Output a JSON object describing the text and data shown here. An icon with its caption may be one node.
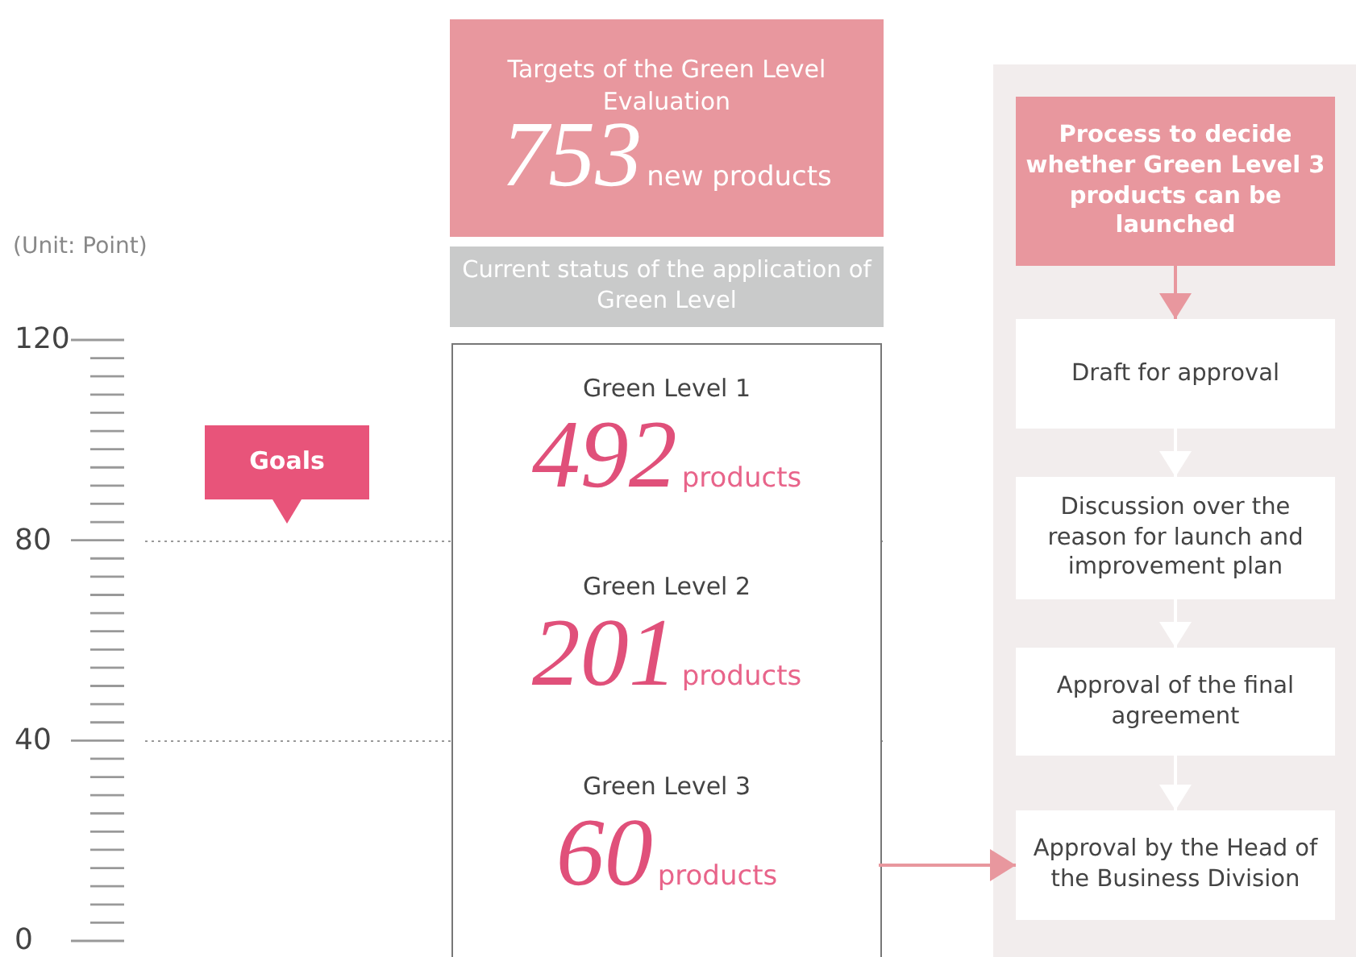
{
  "diagram": {
    "nodes": [
      {
        "text": [
          "Targets of the Green Level Evaluation",
          "753",
          "new products"
        ]
      },
      {
        "text": [
          "Current status of the application of Green Level"
        ]
      },
      {
        "text": [],
        "shape": "box"
      },
      {
        "text": [
          "Green Level 1",
          "492",
          "products"
        ],
        "in": 2
      },
      {
        "text": [
          "Green Level 2",
          "201",
          "products"
        ],
        "in": 2
      },
      {
        "text": [
          "Green Level 3",
          "60",
          "products"
        ],
        "in": 2
      },
      {
        "text": [
          "Goals"
        ]
      },
      {
        "text": [],
        "shape": "box"
      },
      {
        "text": [
          "Process to decide whether Green Level 3 products can be launched"
        ],
        "in": 7
      },
      {
        "text": [
          "Draft for approval"
        ],
        "in": 7
      },
      {
        "text": [
          "Discussion over the reason for launch and improvement plan"
        ],
        "in": 7
      },
      {
        "text": [
          "Approval of the final agreement"
        ],
        "in": 7
      },
      {
        "text": [
          "Approval by the Head of the Business Division"
        ],
        "in": 7
      }
    ],
    "edges": [
      {
        "from": 8,
        "to": 9,
        "arrow": "to",
        "color": "#e8979e"
      },
      {
        "from": 9,
        "to": 10,
        "arrow": "to"
      },
      {
        "from": 10,
        "to": 11,
        "arrow": "to"
      },
      {
        "from": 11,
        "to": 12,
        "arrow": "to"
      },
      {
        "from": 5,
        "to": 12,
        "arrow": "to",
        "color": "#e8979e"
      }
    ],
    "labels": [
      "(Unit: Point)",
      "120",
      "80",
      "40",
      "0"
    ]
  }
}
